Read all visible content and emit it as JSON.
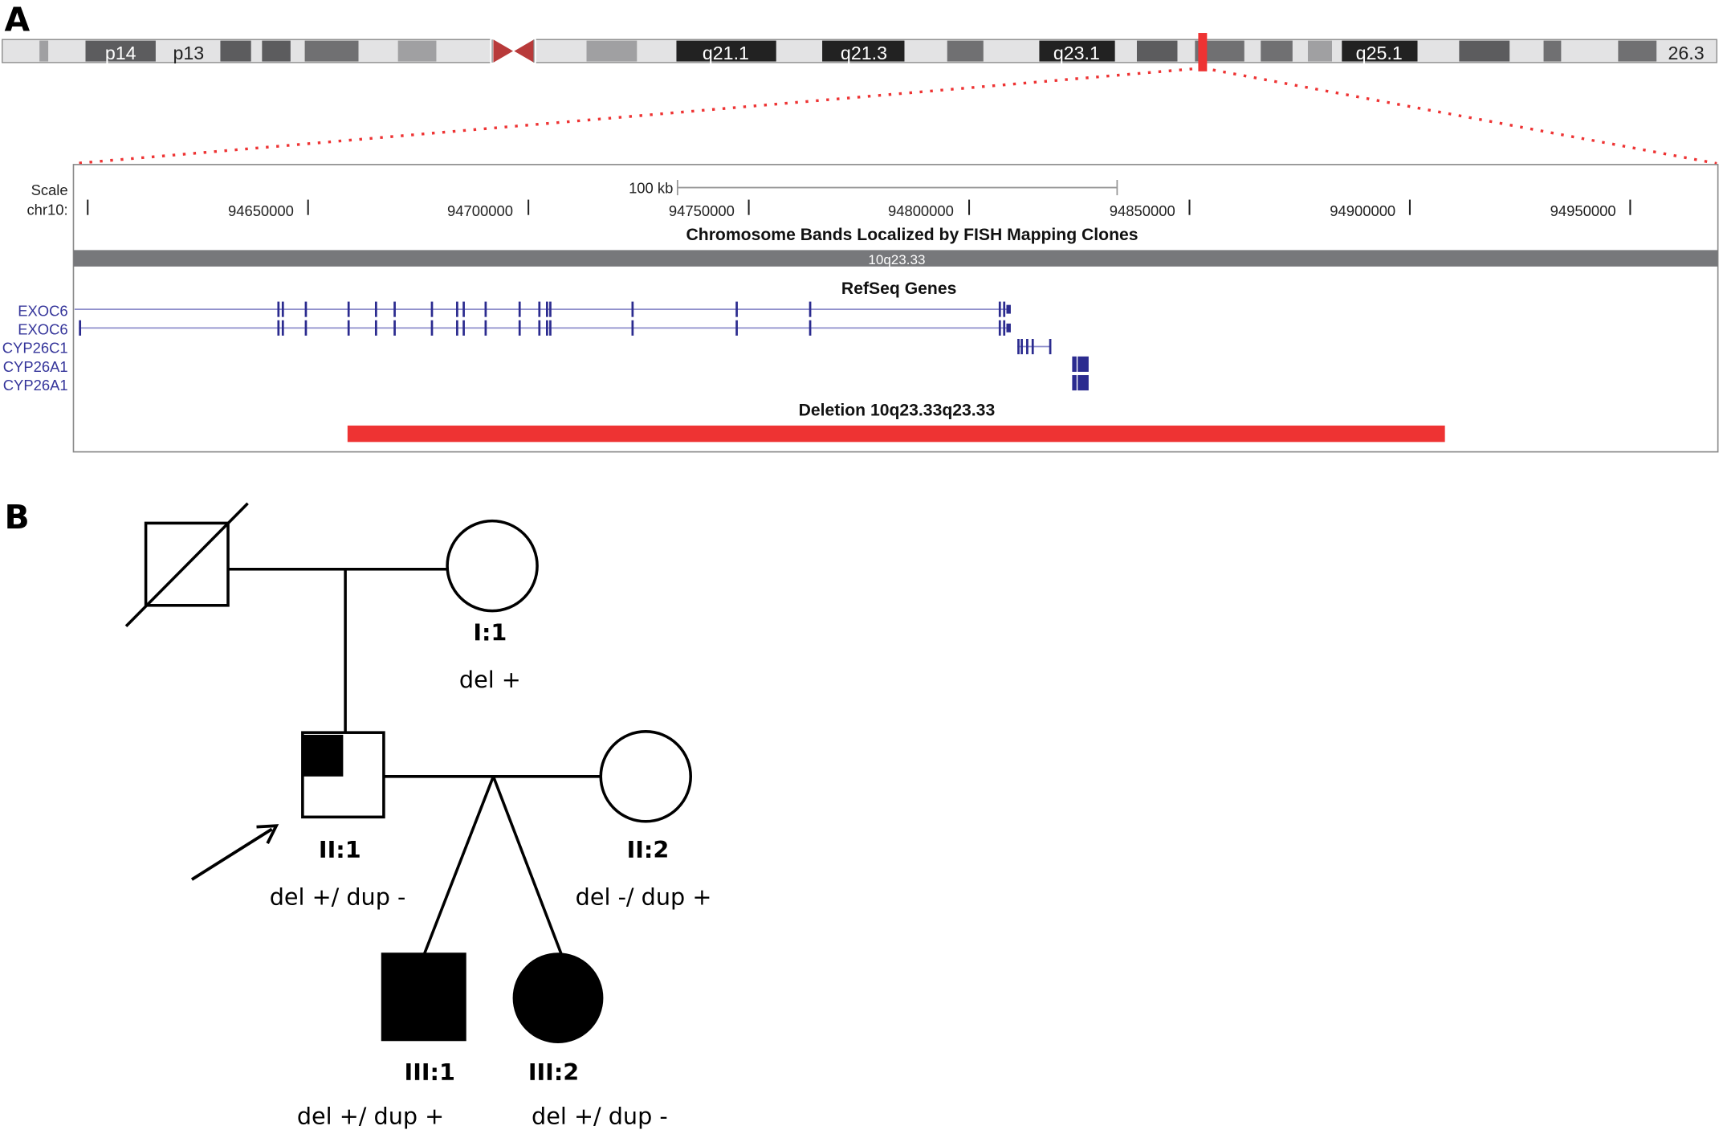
{
  "panels": {
    "a": "A",
    "b": "B"
  },
  "ideogram": {
    "band_labels": [
      "p14",
      "p13",
      "q21.1",
      "q21.3",
      "q23.1",
      "q25.1",
      "26.3"
    ],
    "colors": {
      "light": "#e3e3e4",
      "mid": "#a0a0a2",
      "dark": "#707072",
      "darker": "#5c5c5e",
      "black": "#222222",
      "centromere": "#b83a3a",
      "highlight": "#ee3333"
    }
  },
  "browser": {
    "scale_label": "Scale",
    "chrom_label": "chr10:",
    "scale_bar_label": "100 kb",
    "positions": [
      "94650000",
      "94700000",
      "94750000",
      "94800000",
      "94850000",
      "94900000",
      "94950000"
    ],
    "band_track_title": "Chromosome Bands Localized by FISH Mapping Clones",
    "band_name": "10q23.33",
    "refseq_title": "RefSeq Genes",
    "genes": [
      "EXOC6",
      "EXOC6",
      "CYP26C1",
      "CYP26A1",
      "CYP26A1"
    ],
    "deletion_title": "Deletion 10q23.33q23.33",
    "gene_color": "#2b2b8f",
    "deletion_color": "#ee3333"
  },
  "pedigree": {
    "I1": {
      "id": "I:1",
      "genotype": "del +"
    },
    "II1": {
      "id": "II:1",
      "genotype": "del +/ dup -"
    },
    "II2": {
      "id": "II:2",
      "genotype": "del -/ dup +"
    },
    "III1": {
      "id": "III:1",
      "genotype": "del +/ dup +"
    },
    "III2": {
      "id": "III:2",
      "genotype": "del +/ dup -"
    }
  }
}
